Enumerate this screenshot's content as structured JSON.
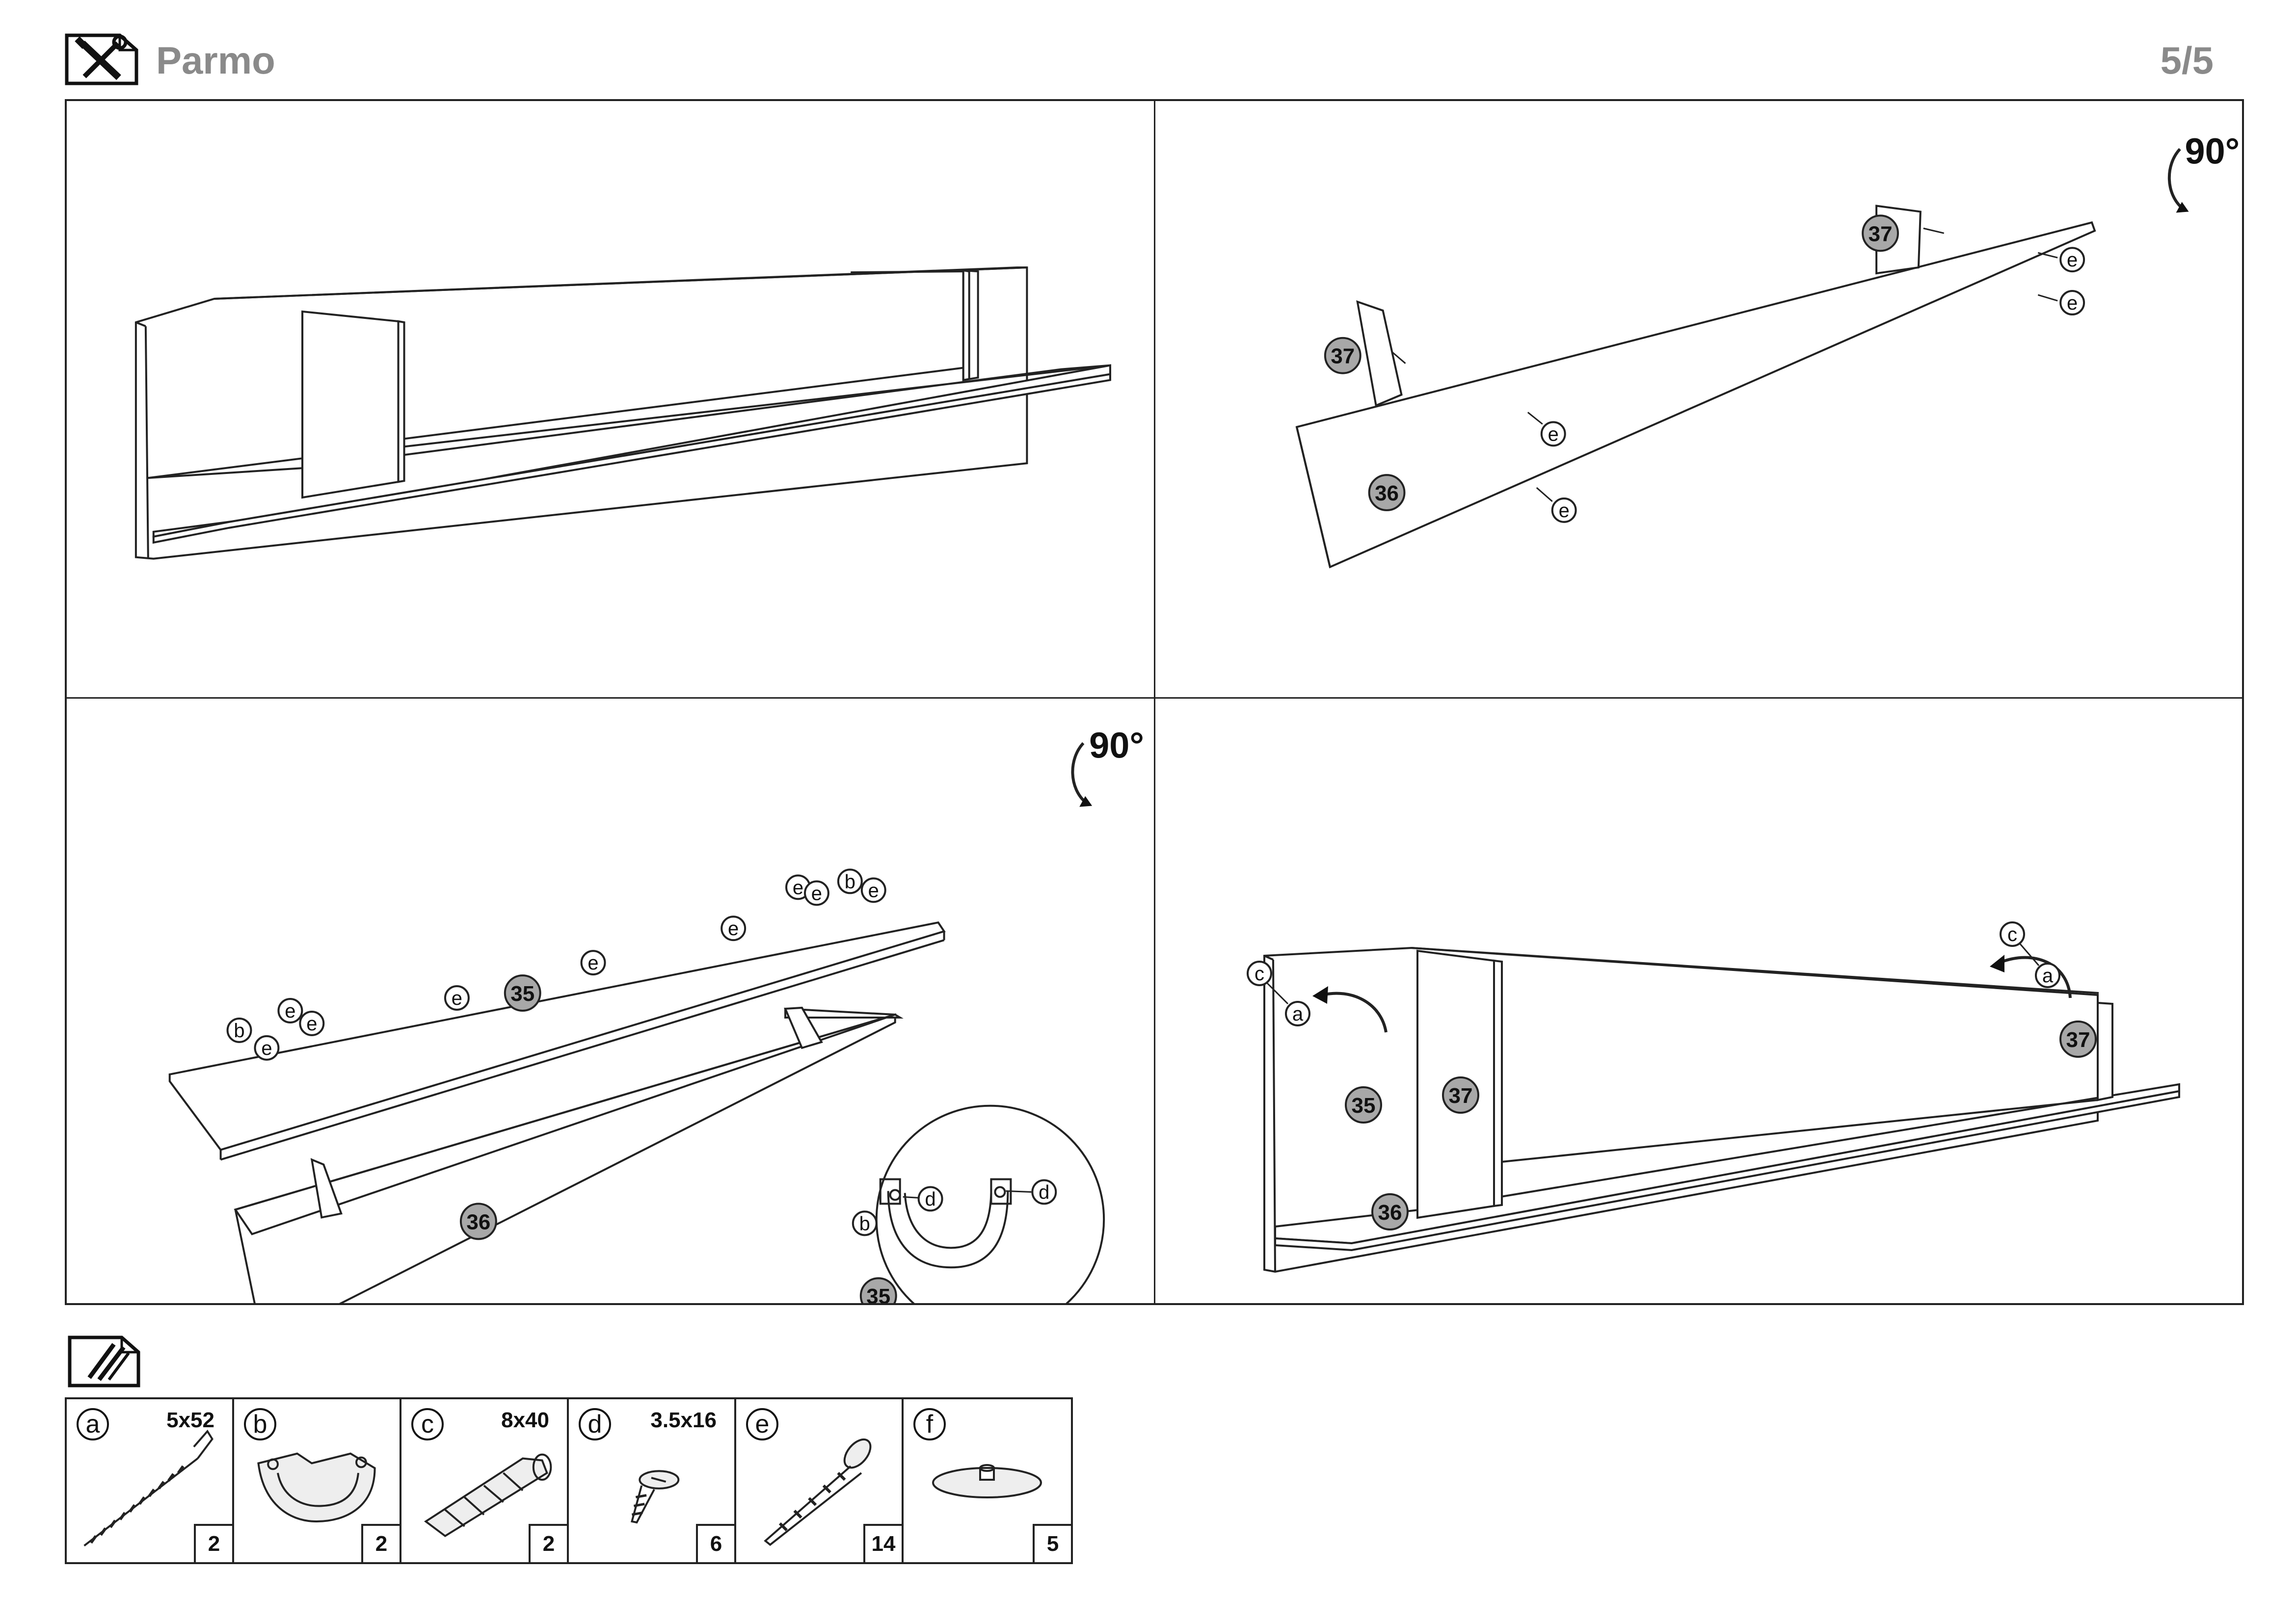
{
  "header": {
    "title": "Parmo",
    "page": "5/5"
  },
  "panels": {
    "step2": {
      "rotation": "90°",
      "parts": [
        "37",
        "37",
        "36"
      ],
      "screw": "e"
    },
    "step3": {
      "rotation": "90°",
      "parts": [
        "35",
        "36",
        "35"
      ],
      "screw": "e",
      "bracket": "b",
      "small_screw": "d"
    },
    "step4": {
      "parts": [
        "35",
        "37",
        "36",
        "37"
      ],
      "anchor": "c",
      "hook": "a"
    }
  },
  "hardware": [
    {
      "letter": "a",
      "size": "5x52",
      "qty": "2"
    },
    {
      "letter": "b",
      "size": "",
      "qty": "2"
    },
    {
      "letter": "c",
      "size": "8x40",
      "qty": "2"
    },
    {
      "letter": "d",
      "size": "3.5x16",
      "qty": "6"
    },
    {
      "letter": "e",
      "size": "",
      "qty": "14"
    },
    {
      "letter": "f",
      "size": "",
      "qty": "5"
    }
  ],
  "colors": {
    "part_badge": "#a8a8a8",
    "line": "#222222",
    "title_gray": "#8a8a8a"
  },
  "icons": {
    "tools": "wrench-screwdriver-icon",
    "hardware": "screws-icon",
    "rotate": "rotate-arrow-icon"
  }
}
